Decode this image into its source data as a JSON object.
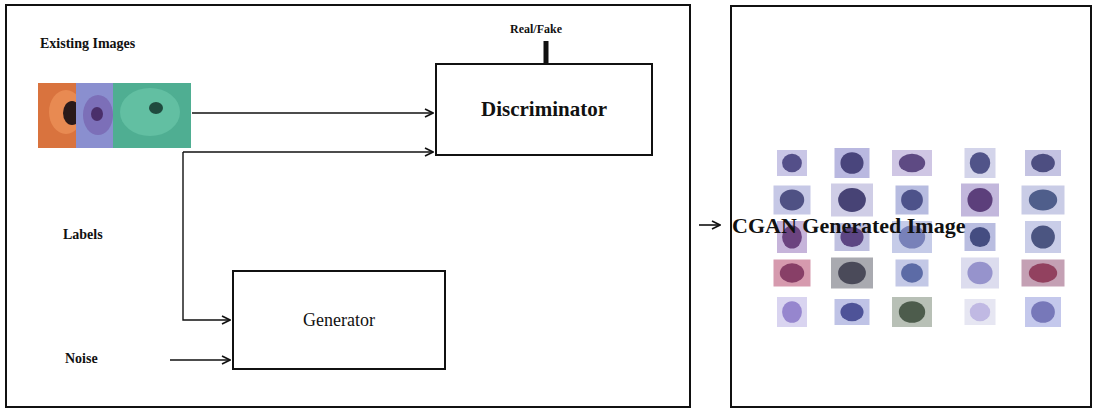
{
  "diagram": {
    "nodes": [
      {
        "text": [
          "Discriminator"
        ]
      },
      {
        "text": [
          "Generator"
        ]
      },
      {
        "text": [
          "CGAN Generated Image"
        ]
      }
    ],
    "labels": [
      "Existing Images",
      "Real/Fake",
      "Labels",
      "Noise"
    ]
  }
}
